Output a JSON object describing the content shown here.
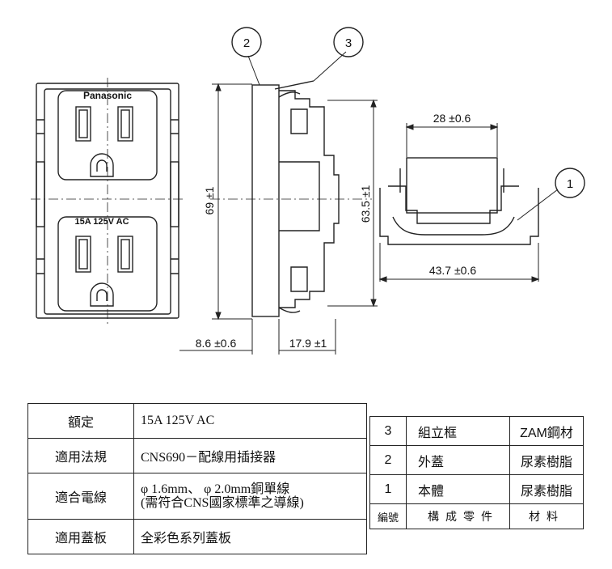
{
  "drawing": {
    "brand": "Panasonic",
    "rating_label": "15A 125V AC",
    "callouts": [
      "1",
      "2",
      "3"
    ],
    "dimensions": {
      "height_front": "69 ±1",
      "height_side": "63.5 ±1",
      "cover_depth": "8.6 ±0.6",
      "body_depth": "17.9 ±1",
      "top_width": "28 ±0.6",
      "bottom_width": "43.7 ±0.6"
    }
  },
  "spec_table": [
    {
      "label": "額定",
      "value": "15A  125V  AC"
    },
    {
      "label": "適用法規",
      "value": "CNS690－配線用插接器"
    },
    {
      "label": "適合電線",
      "value": "φ 1.6mm、 φ 2.0mm銅單線",
      "value2": "(需符合CNS國家標準之導線)"
    },
    {
      "label": "適用蓋板",
      "value": "全彩色系列蓋板"
    }
  ],
  "parts_table": {
    "rows": [
      {
        "no": "3",
        "name": "組立框",
        "material": "ZAM鋼材"
      },
      {
        "no": "2",
        "name": "外蓋",
        "material": "尿素樹脂"
      },
      {
        "no": "1",
        "name": "本體",
        "material": "尿素樹脂"
      }
    ],
    "header": {
      "no": "編號",
      "name": "構成零件",
      "material": "材料"
    }
  }
}
